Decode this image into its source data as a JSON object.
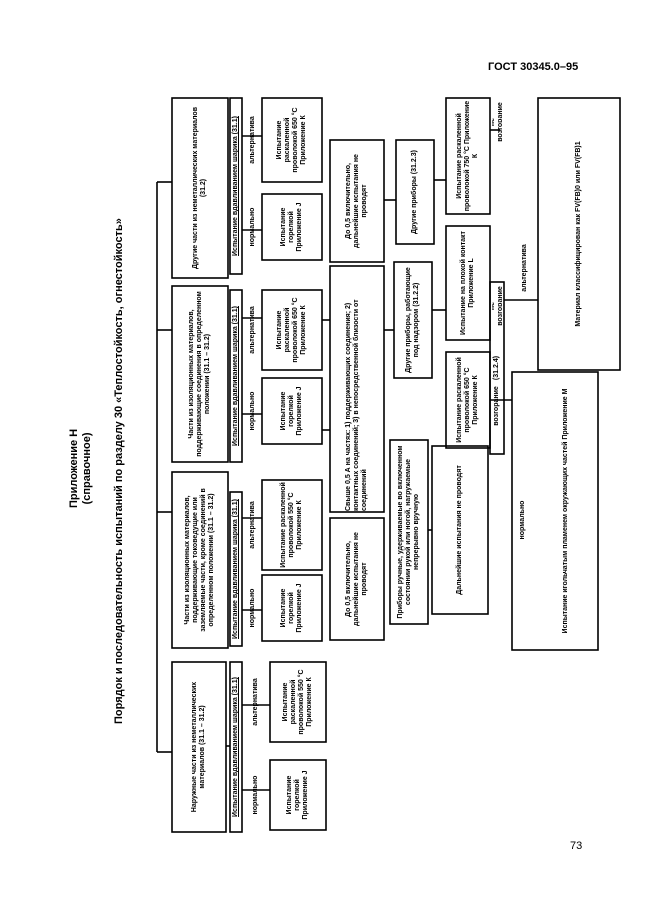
{
  "header": {
    "doc_code": "ГОСТ 30345.0–95"
  },
  "footer": {
    "page_number": "73"
  },
  "appendix": {
    "title": "Приложение Н",
    "subtitle": "(справочное)"
  },
  "main_title": "Порядок и последовательность испытаний по разделу 30 «Теплостойкость, огнестойкость»",
  "col1": {
    "top": "Наружные части из неметаллических материалов (31.1 – 31.2)",
    "ball": "Испытание вдавливанием шарика (31.1)",
    "normal": "нормально",
    "alt": "альтернатива",
    "needle": "Испытание горелкой Приложение J",
    "wire": "Испытание раскаленной проволокой 550 °С Приложение К"
  },
  "col2": {
    "top": "Части из изоляционных материалов, поддерживающие токоведущие или заземляемые части, кроме соединений в определенном положении (31.1 – 31.2)",
    "ball": "Испытание вдавливанием шарика (31.1)",
    "normal": "нормально",
    "alt": "альтернатива",
    "needle": "Испытание горелкой Приложение J",
    "wire": "Испытание раскаленной проволокой 550 °С Приложение К",
    "note": "До 0,5 включительно, дальнейшие испытания не проводят"
  },
  "col3": {
    "top": "Части из изоляционных материалов, поддерживающие соединения в определенном положении (31.1 – 31.2)",
    "ball": "Испытание вдавливанием шарика (31.1)",
    "normal": "нормально",
    "alt": "альтернатива",
    "needle": "Испытание горелкой Приложение J",
    "wire": "Испытание раскаленной проволокой 650 °С Приложение К"
  },
  "col4": {
    "top": "Другие части из неметаллических материалов (31.2)",
    "ball": "Испытание вдавливанием шарика (31.1)",
    "normal": "нормально",
    "alt": "альтернатива",
    "needle": "Испытание горелкой Приложение J",
    "wire": "Испытание раскаленной проволокой 650 °С Приложение К",
    "note": "До 0,5 включительно, дальнейшие испытания не проводят"
  },
  "current": "Свыше 0,5 А на частях: 1) поддерживающих соединения; 2) контактных соединений; 3) в непосредственной близости от соединений",
  "bottom": {
    "hand_devices": "Приборы ручные, удерживаемые во включенном состоянии рукой или ногой, нагружаемые непрерывно вручную",
    "further_none": "Дальнейшие испытания не проводят",
    "other_devices_unattended": "Другие приборы, работающие под надзором (31.2.2)",
    "other_devices": "Другие приборы (31.2.3)",
    "wire_650": "Испытание раскаленной проволокой 650 °С Приложение К",
    "wire_750": "Испытание раскаленной проволокой 750 °С Приложение К",
    "bad_contact": "Испытание на плохой контакт Приложение L",
    "ref_3124": "(31.2.4)",
    "ignition": "возгорание",
    "no_ignition": "не возгорание",
    "normal": "нормально",
    "alternative": "альтернатива",
    "needle_flame": "Испытание игольчатым пламенем окружающих частей Приложение М",
    "material_class": "Материал классифицирован как FV(FB)0 или FV(FB)1"
  }
}
